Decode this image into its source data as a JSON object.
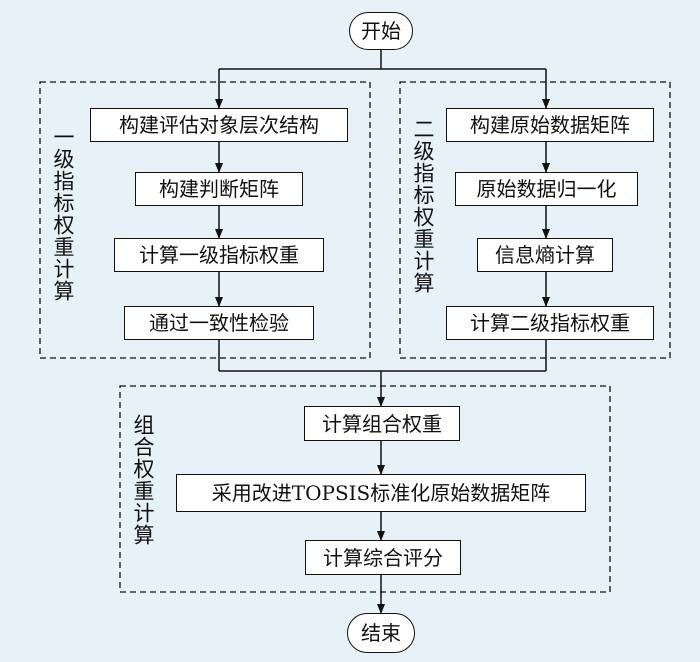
{
  "start": "开始",
  "end": "结束",
  "group1": {
    "label": "一级指标权重计算",
    "steps": [
      "构建评估对象层次结构",
      "构建判断矩阵",
      "计算一级指标权重",
      "通过一致性检验"
    ]
  },
  "group2": {
    "label": "二级指标权重计算",
    "steps": [
      "构建原始数据矩阵",
      "原始数据归一化",
      "信息熵计算",
      "计算二级指标权重"
    ]
  },
  "group3": {
    "label": "组合权重计算",
    "steps": [
      "计算组合权重",
      "采用改进TOPSIS标准化原始数据矩阵",
      "计算综合评分"
    ]
  }
}
